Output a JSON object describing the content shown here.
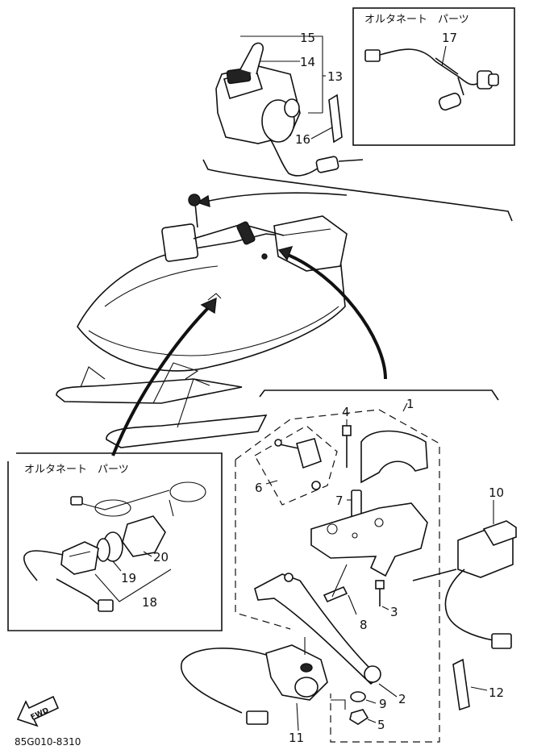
{
  "alternate_parts_label": "オルタネート　パーツ",
  "diagram_code": "85G010-8310",
  "fwd_label": "FWD",
  "callouts": {
    "c1": "1",
    "c2": "2",
    "c3": "3",
    "c4": "4",
    "c5": "5",
    "c6": "6",
    "c7": "7",
    "c8": "8",
    "c9": "9",
    "c10": "10",
    "c11": "11",
    "c12": "12",
    "c13": "13",
    "c14": "14",
    "c15": "15",
    "c16": "16",
    "c17": "17",
    "c18": "18",
    "c19": "19",
    "c20": "20"
  }
}
